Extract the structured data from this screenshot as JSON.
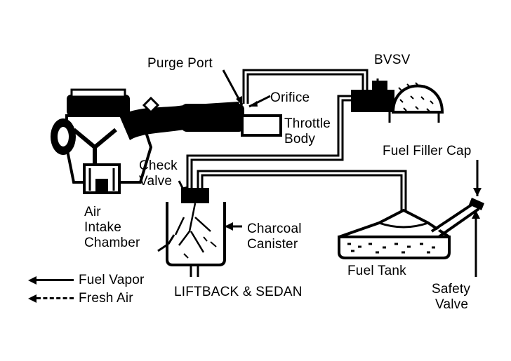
{
  "labels": {
    "purge_port": "Purge Port",
    "bvsv": "BVSV",
    "orifice": "Orifice",
    "throttle_body_1": "Throttle",
    "throttle_body_2": "Body",
    "fuel_filler_cap": "Fuel Filler Cap",
    "check_valve_1": "Check",
    "check_valve_2": "Valve",
    "air_intake_1": "Air",
    "air_intake_2": "Intake",
    "air_intake_3": "Chamber",
    "charcoal_canister_1": "Charcoal",
    "charcoal_canister_2": "Canister",
    "fuel_tank": "Fuel Tank",
    "safety_valve_1": "Safety",
    "safety_valve_2": "Valve",
    "caption": "LIFTBACK & SEDAN"
  },
  "legend": {
    "fuel_vapor": "Fuel Vapor",
    "fresh_air": "Fresh Air"
  }
}
